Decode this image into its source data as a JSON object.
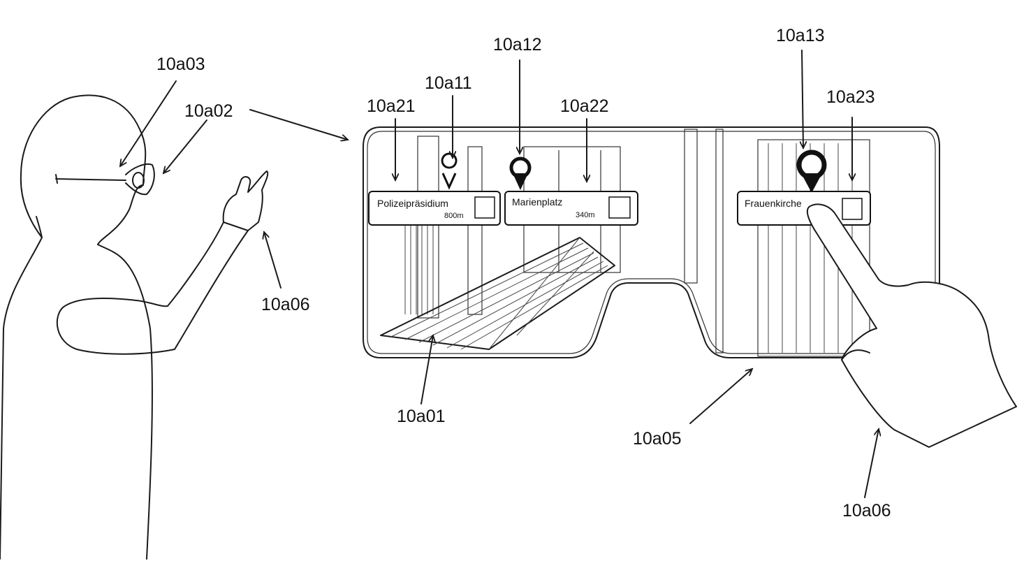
{
  "reference_labels": {
    "ar_view": "10a01",
    "display": "10a02",
    "eye": "10a03",
    "frame": "10a05",
    "hand_left": "10a06",
    "hand_right": "10a06",
    "marker_1": "10a11",
    "marker_2": "10a12",
    "marker_3": "10a13",
    "card_1": "10a21",
    "card_2": "10a22",
    "card_3": "10a23"
  },
  "poi_cards": [
    {
      "name": "Polizeipräsidium",
      "distance": "800m"
    },
    {
      "name": "Marienplatz",
      "distance": "340m"
    },
    {
      "name": "Frauenkirche",
      "distance": ""
    }
  ],
  "colors": {
    "line": "#1a1a1a",
    "background": "#ffffff",
    "card_fill": "#ffffff"
  }
}
